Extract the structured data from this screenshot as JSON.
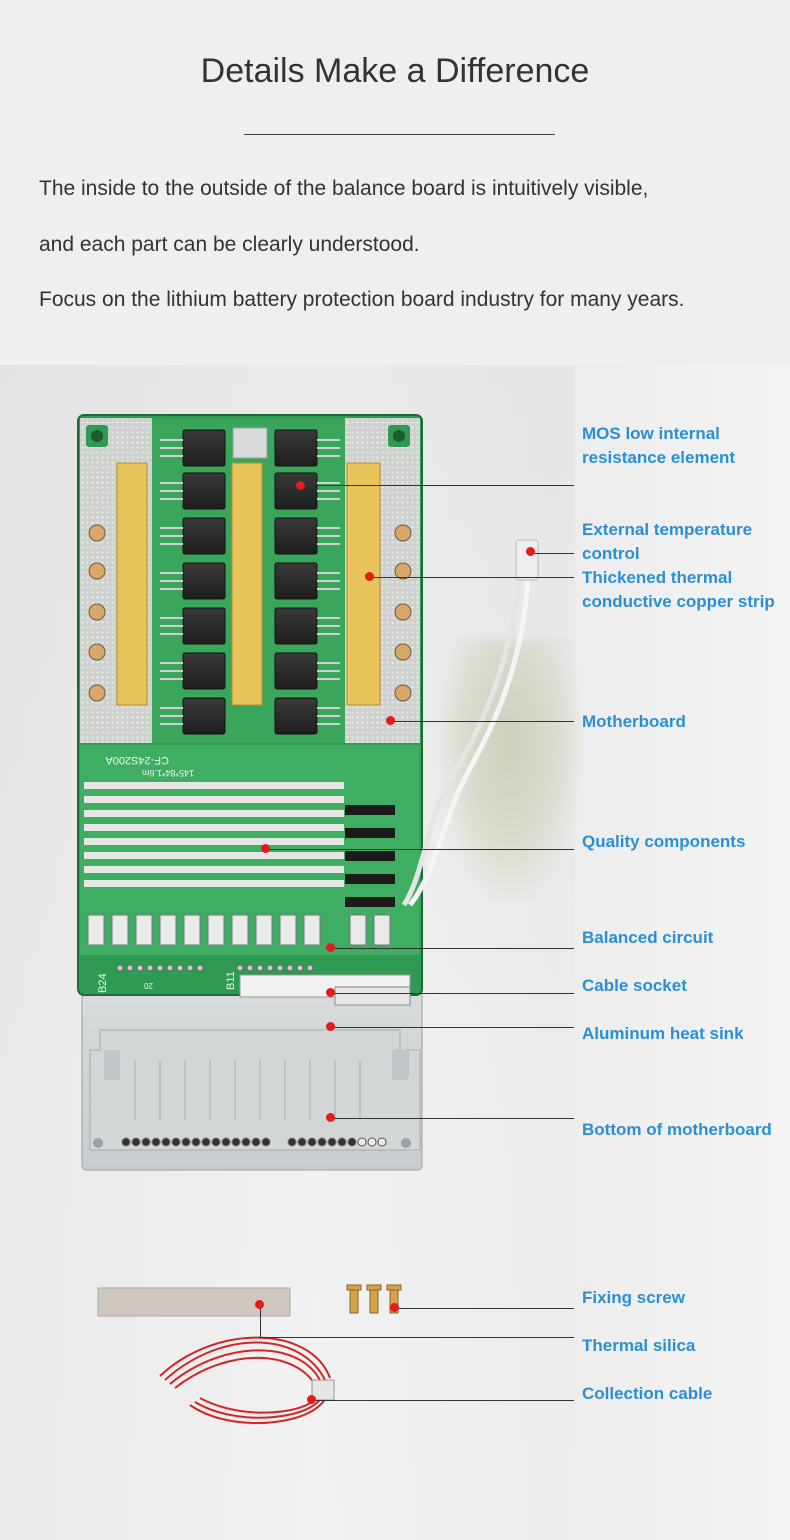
{
  "header": {
    "title": "Details Make a Difference",
    "lines": [
      "The inside to the outside of the balance board is intuitively visible,",
      "and each part can be clearly understood.",
      "Focus on the lithium battery protection board industry for many years."
    ]
  },
  "board": {
    "silkscreen_model": "CF-24S200A",
    "silkscreen_size": "145*84*1.6m",
    "silkscreen_b24": "B24",
    "silkscreen_b11": "B11",
    "silkscreen_20": "20"
  },
  "callouts": [
    {
      "label_lines": [
        "MOS low internal",
        "resistance element"
      ]
    },
    {
      "label_lines": [
        "External temperature",
        "control"
      ]
    },
    {
      "label_lines": [
        "Thickened thermal",
        "conductive copper strip"
      ]
    },
    {
      "label_lines": [
        "Motherboard"
      ]
    },
    {
      "label_lines": [
        "Quality components"
      ]
    },
    {
      "label_lines": [
        "Balanced circuit"
      ]
    },
    {
      "label_lines": [
        "Cable socket"
      ]
    },
    {
      "label_lines": [
        "Aluminum heat sink"
      ]
    },
    {
      "label_lines": [
        "Bottom of motherboard"
      ]
    },
    {
      "label_lines": [
        "Fixing screw"
      ]
    },
    {
      "label_lines": [
        "Thermal silica"
      ]
    },
    {
      "label_lines": [
        "Collection cable"
      ]
    }
  ],
  "colors": {
    "label_blue": "#2b8fd6",
    "marker_red": "#e31b1b",
    "pcb_green": "#2f9a52",
    "copper_strip": "#e8c35a"
  }
}
